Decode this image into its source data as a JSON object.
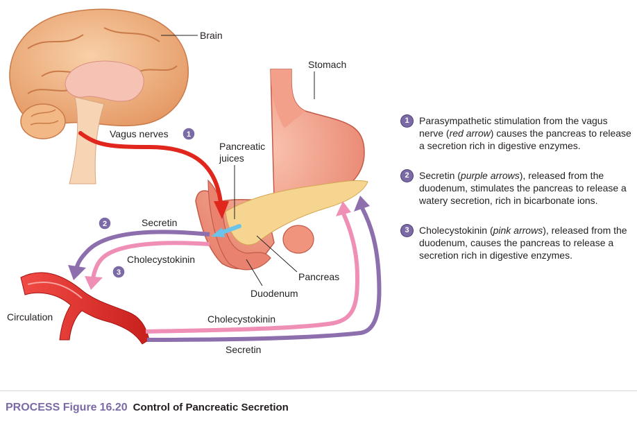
{
  "labels": {
    "brain": "Brain",
    "stomach": "Stomach",
    "vagus_nerves": "Vagus nerves",
    "pancreatic_juices_1": "Pancreatic",
    "pancreatic_juices_2": "juices",
    "secretin_upper": "Secretin",
    "cholecystokinin_upper": "Cholecystokinin",
    "pancreas": "Pancreas",
    "duodenum": "Duodenum",
    "circulation": "Circulation",
    "cholecystokinin_lower": "Cholecystokinin",
    "secretin_lower": "Secretin"
  },
  "badges": {
    "one": "1",
    "two": "2",
    "three": "3"
  },
  "steps": [
    {
      "number": "1",
      "text_before": "Parasympathetic stimulation from the vagus nerve (",
      "italic": "red arrow",
      "text_after": ") causes the pancreas to release a secretion rich in digestive enzymes."
    },
    {
      "number": "2",
      "text_before": "Secretin (",
      "italic": "purple arrows",
      "text_after": "), released from the duodenum, stimulates the pancreas to release a watery secretion, rich in bicarbonate ions."
    },
    {
      "number": "3",
      "text_before": "Cholecystokinin (",
      "italic": "pink arrows",
      "text_after": "), released from the duodenum, causes the pancreas to release a secretion rich in digestive enzymes."
    }
  ],
  "caption": {
    "label": "PROCESS Figure",
    "number": "16.20",
    "title": "Control of Pancreatic Secretion"
  },
  "colors": {
    "purple_arrow": "#8e6fae",
    "pink_arrow": "#ef8fb6",
    "red_arrow": "#e0261d",
    "badge": "#7b6aa6",
    "brain": "#f2b886",
    "stomach": "#f3a08a",
    "pancreas": "#f5d590",
    "vessel": "#e53b3b"
  }
}
